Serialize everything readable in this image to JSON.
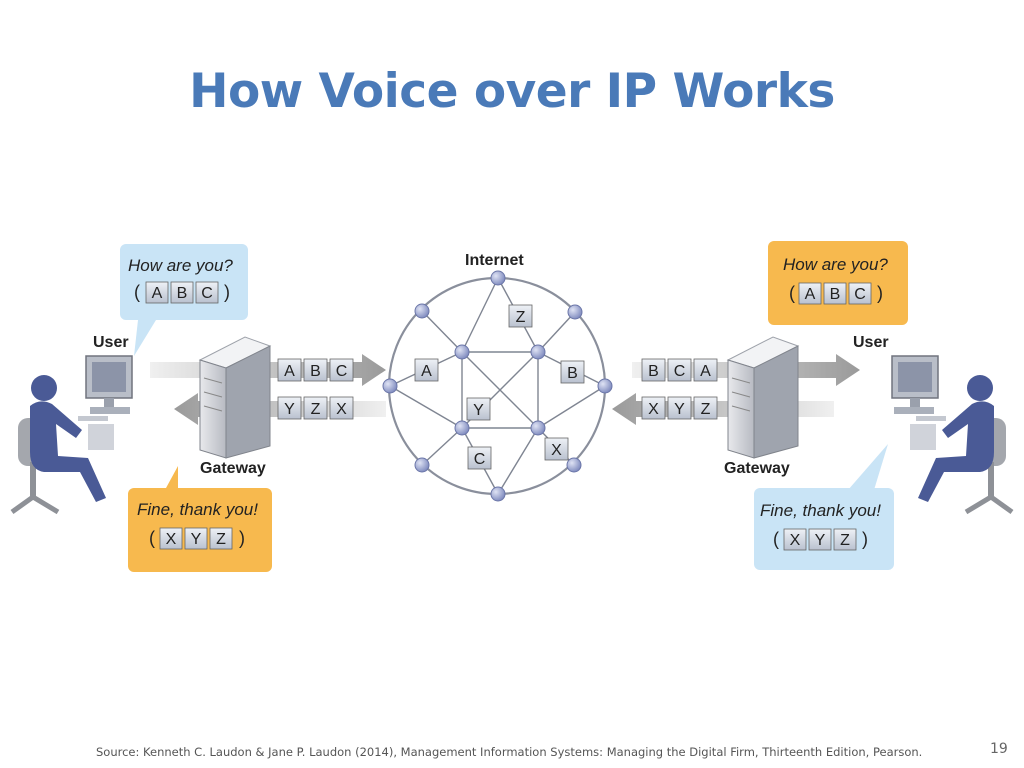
{
  "title": "How Voice over IP Works",
  "labels": {
    "internet": "Internet",
    "user_left": "User",
    "user_right": "User",
    "gateway_left": "Gateway",
    "gateway_right": "Gateway"
  },
  "bubbles": {
    "left_top": "How are you?",
    "left_bottom": "Fine, thank you!",
    "right_top": "How are you?",
    "right_bottom": "Fine, thank you!"
  },
  "packets": {
    "a": "A",
    "b": "B",
    "c": "C",
    "x": "X",
    "y": "Y",
    "z": "Z"
  },
  "colors": {
    "title": "#4a7ab8",
    "bubble_blue": "#c9e4f6",
    "bubble_orange": "#f7b94e",
    "person": "#4a5a96",
    "node": "#8d98c8",
    "packet_fill": "#d4dae4"
  },
  "footer": {
    "source": "Source: Kenneth C. Laudon & Jane P. Laudon (2014), Management Information Systems: Managing the Digital Firm, Thirteenth Edition, Pearson.",
    "page": "19"
  }
}
